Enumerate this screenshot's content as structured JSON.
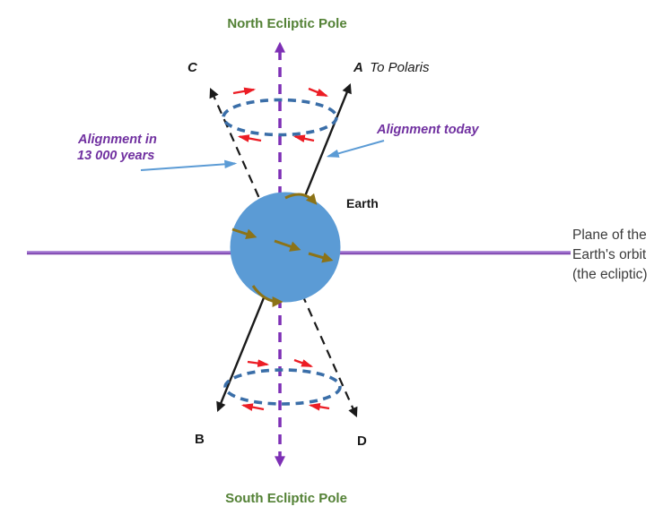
{
  "diagram": {
    "poles": {
      "north": "North Ecliptic Pole",
      "south": "South Ecliptic Pole"
    },
    "axes": {
      "a_label": "A",
      "a_note": "To Polaris",
      "b_label": "B",
      "c_label": "C",
      "d_label": "D"
    },
    "earth_label": "Earth",
    "annotations": {
      "alignment_today": "Alignment today",
      "alignment_future_line1": "Alignment in",
      "alignment_future_line2": "13 000 years",
      "ecliptic_plane_line1": "Plane of the",
      "ecliptic_plane_line2": "Earth's orbit",
      "ecliptic_plane_line3": "(the ecliptic)"
    },
    "colors": {
      "pole_text_green": "#538135",
      "annotation_purple": "#7030A0",
      "earth_blue": "#5B9BD5",
      "precession_circle_blue": "#3A6EA8",
      "ecliptic_line_purple": "#7C3FB5",
      "spin_axis_dash_purple": "#7D2FB5",
      "rotation_arrow_olive": "#8C7317",
      "precession_arrow_red": "#EC1C24",
      "callout_arrow_blue": "#5B9BD5",
      "axis_black": "#1A1A1A",
      "plane_text_gray": "#3B3B3B"
    }
  }
}
